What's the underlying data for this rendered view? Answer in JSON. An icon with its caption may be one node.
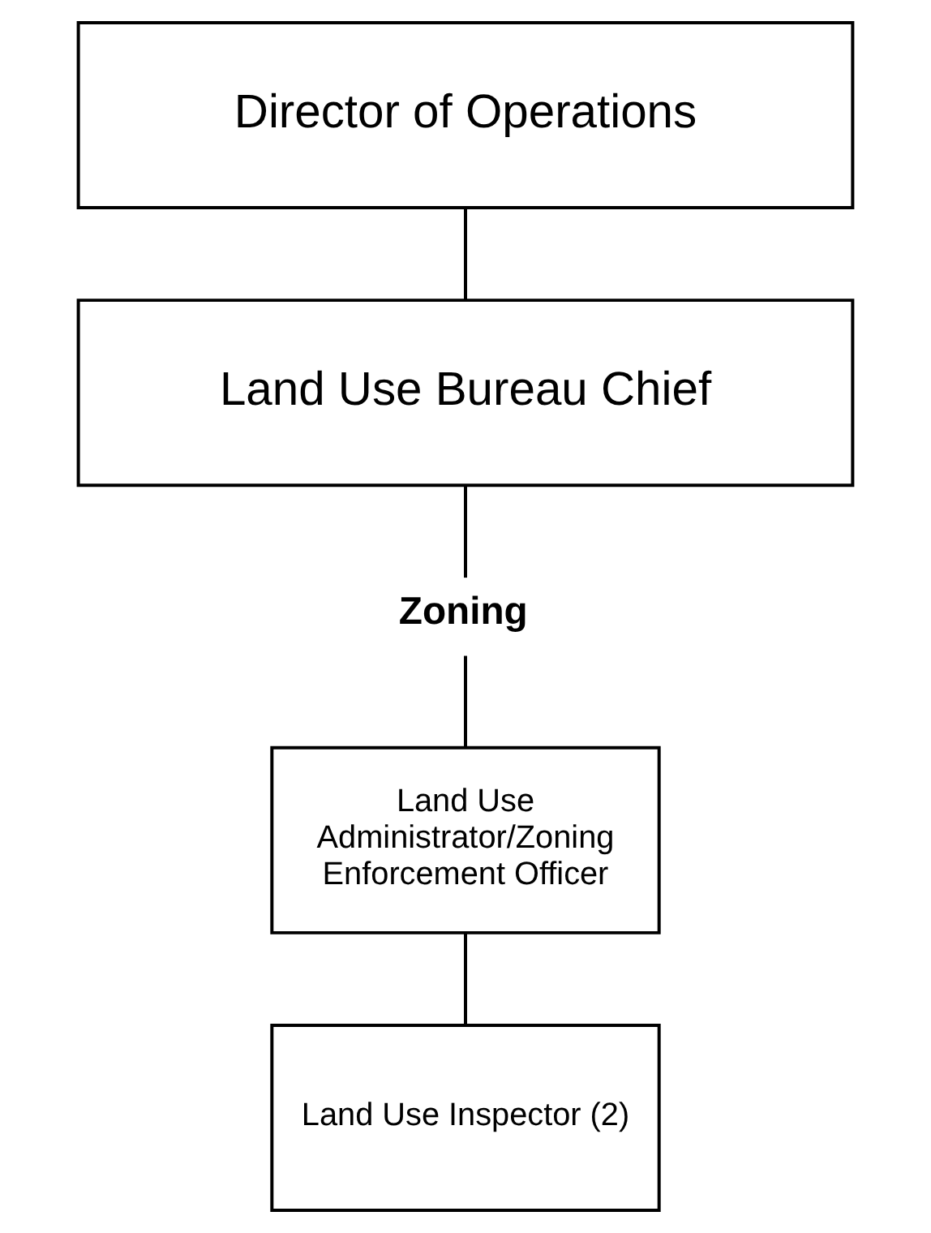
{
  "diagram": {
    "nodes": [
      {
        "text": [
          "Director of Operations"
        ]
      },
      {
        "text": [
          "Land Use Bureau Chief"
        ]
      },
      {
        "text": [
          "Zoning"
        ]
      },
      {
        "text": [
          "Land Use Administrator/Zoning Enforcement Officer"
        ]
      },
      {
        "text": [
          "Land Use Inspector (2)"
        ]
      }
    ],
    "edges": [
      {
        "from": 0,
        "to": 1,
        "arrow": "none"
      },
      {
        "from": 1,
        "to": 2,
        "arrow": "none"
      },
      {
        "from": 2,
        "to": 3,
        "arrow": "none"
      },
      {
        "from": 3,
        "to": 4,
        "arrow": "none"
      }
    ]
  }
}
